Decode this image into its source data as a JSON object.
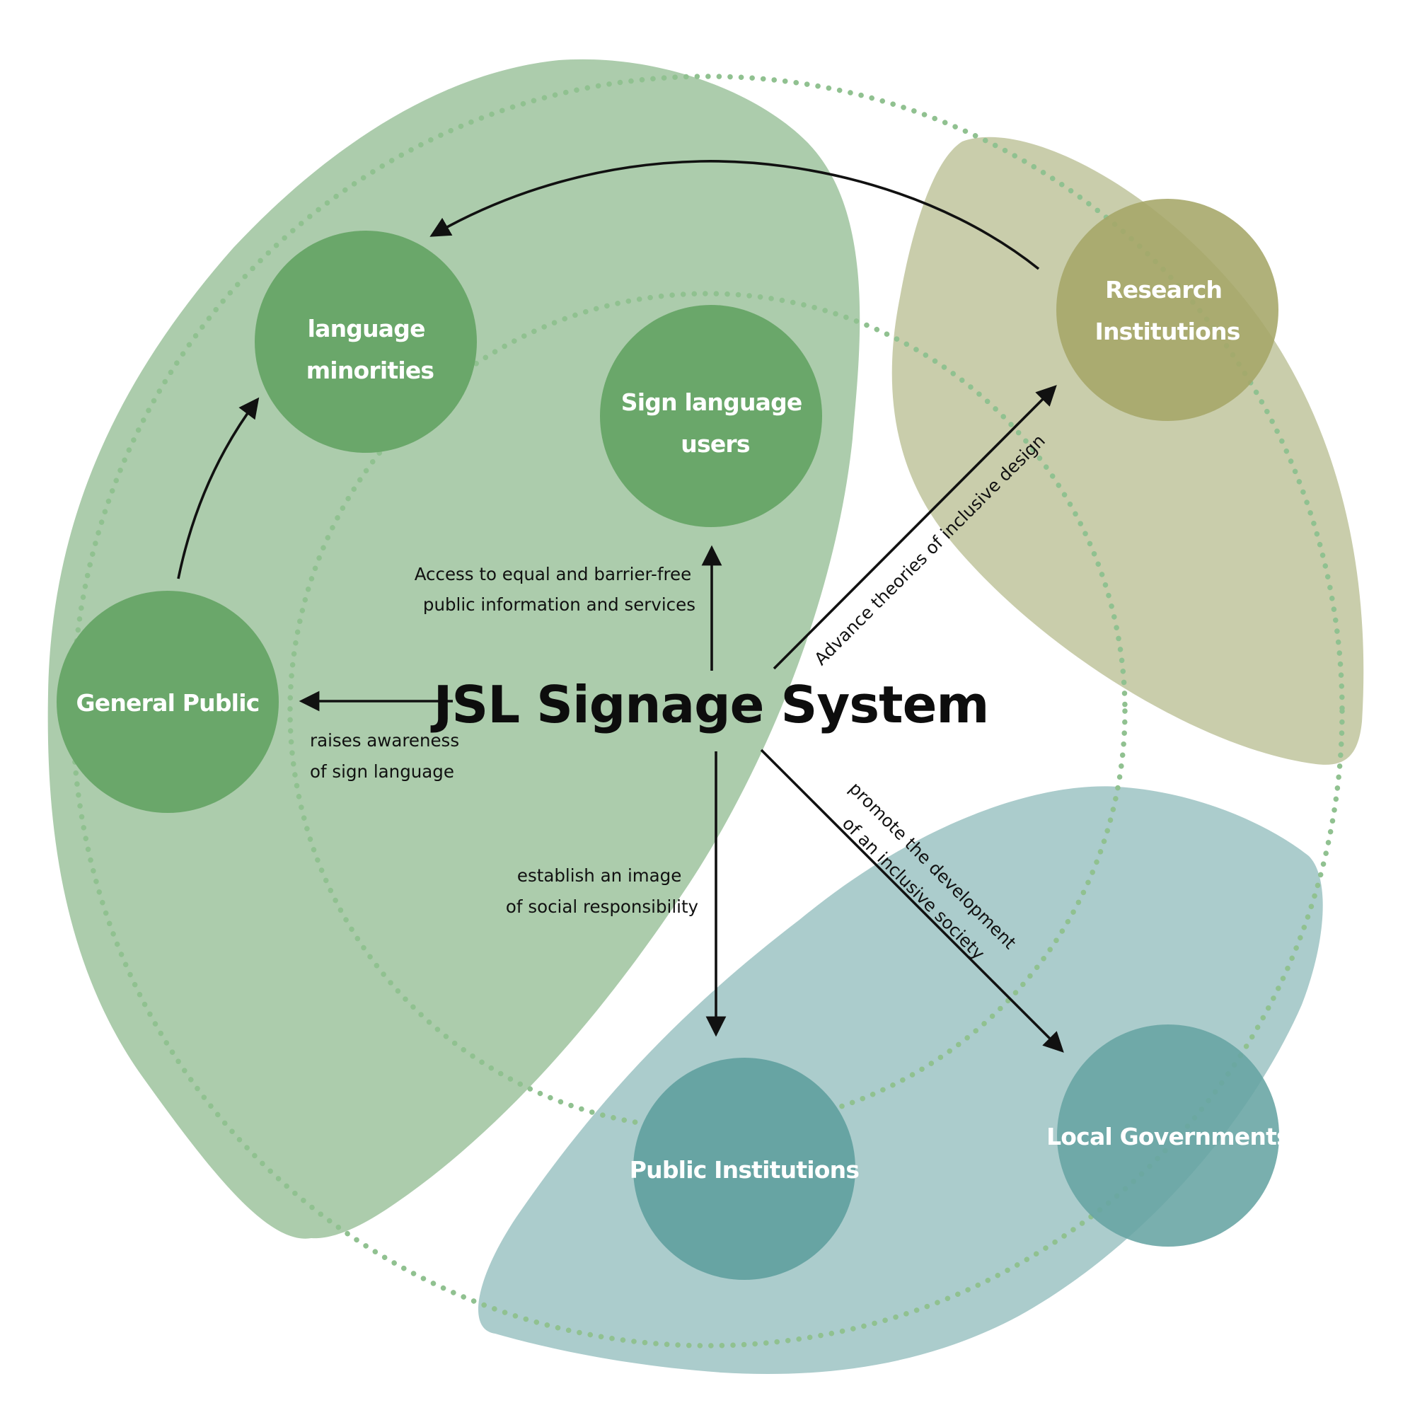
{
  "title": "JSL Signage System",
  "colors": {
    "green_region": "#acccac",
    "olive_region": "#c9cdab",
    "teal_region": "#abcccc",
    "green_node": "#6aa76a",
    "olive_node": "#a5a668",
    "teal_node": "#67a4a3",
    "ring": "#90c190",
    "arrow": "#111111"
  },
  "nodes": {
    "language_minorities": {
      "lines": [
        "language",
        "minorities"
      ]
    },
    "sign_language_users": {
      "lines": [
        "Sign language",
        "users"
      ]
    },
    "general_public": {
      "lines": [
        "General Public"
      ]
    },
    "research_institutions": {
      "lines": [
        "Research",
        "Institutions"
      ]
    },
    "public_institutions": {
      "lines": [
        "Public Institutions"
      ]
    },
    "local_governments": {
      "lines": [
        "Local Governments"
      ]
    }
  },
  "edges": {
    "to_sign_language_users": {
      "lines": [
        "Access to equal and barrier-free",
        "public information and services"
      ]
    },
    "to_general_public": {
      "lines": [
        "raises awareness",
        "of sign language"
      ]
    },
    "to_research_institutions": {
      "lines": [
        "Advance theories of inclusive design"
      ]
    },
    "to_public_institutions": {
      "lines": [
        "establish an image",
        "of social responsibility"
      ]
    },
    "to_local_governments": {
      "lines": [
        "promote the development",
        "of an inclusive society"
      ]
    }
  }
}
